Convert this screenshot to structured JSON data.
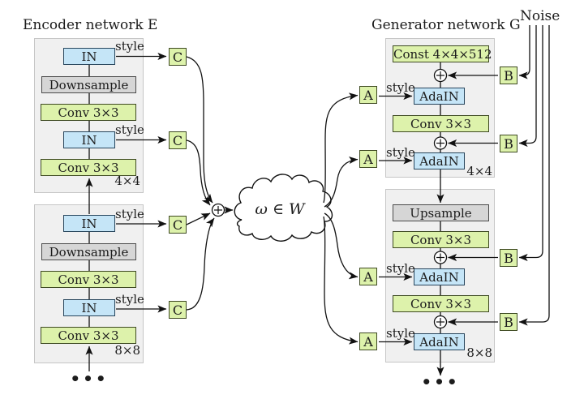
{
  "colors": {
    "green_fill": "#ddf2ab",
    "green_border": "#3e4a22",
    "blue_fill": "#c5e5f7",
    "blue_border": "#27455c",
    "gray_fill": "#d6d6d6",
    "gray_border": "#4b4b4b",
    "panel_fill": "#f0f0f0",
    "panel_border": "#c6c6c6",
    "line": "#111111",
    "text": "#1c1c1c"
  },
  "labels": {
    "style": "style",
    "c": "C",
    "a": "A",
    "b": "B",
    "noise": "Noise",
    "ellipsis": "•••",
    "cloud": "ω ∈ W"
  },
  "encoder": {
    "title": "Encoder network E",
    "blocks": [
      {
        "res": "4×4",
        "boxes": [
          "IN",
          "Downsample",
          "Conv 3×3",
          "IN",
          "Conv 3×3"
        ]
      },
      {
        "res": "8×8",
        "boxes": [
          "IN",
          "Downsample",
          "Conv 3×3",
          "IN",
          "Conv 3×3"
        ]
      }
    ]
  },
  "generator": {
    "title": "Generator network G",
    "blocks": [
      {
        "res": "4×4",
        "boxes": [
          "Const 4×4×512",
          "AdaIN",
          "Conv 3×3",
          "AdaIN"
        ]
      },
      {
        "res": "8×8",
        "boxes": [
          "Upsample",
          "Conv 3×3",
          "AdaIN",
          "Conv 3×3",
          "AdaIN"
        ]
      }
    ]
  }
}
